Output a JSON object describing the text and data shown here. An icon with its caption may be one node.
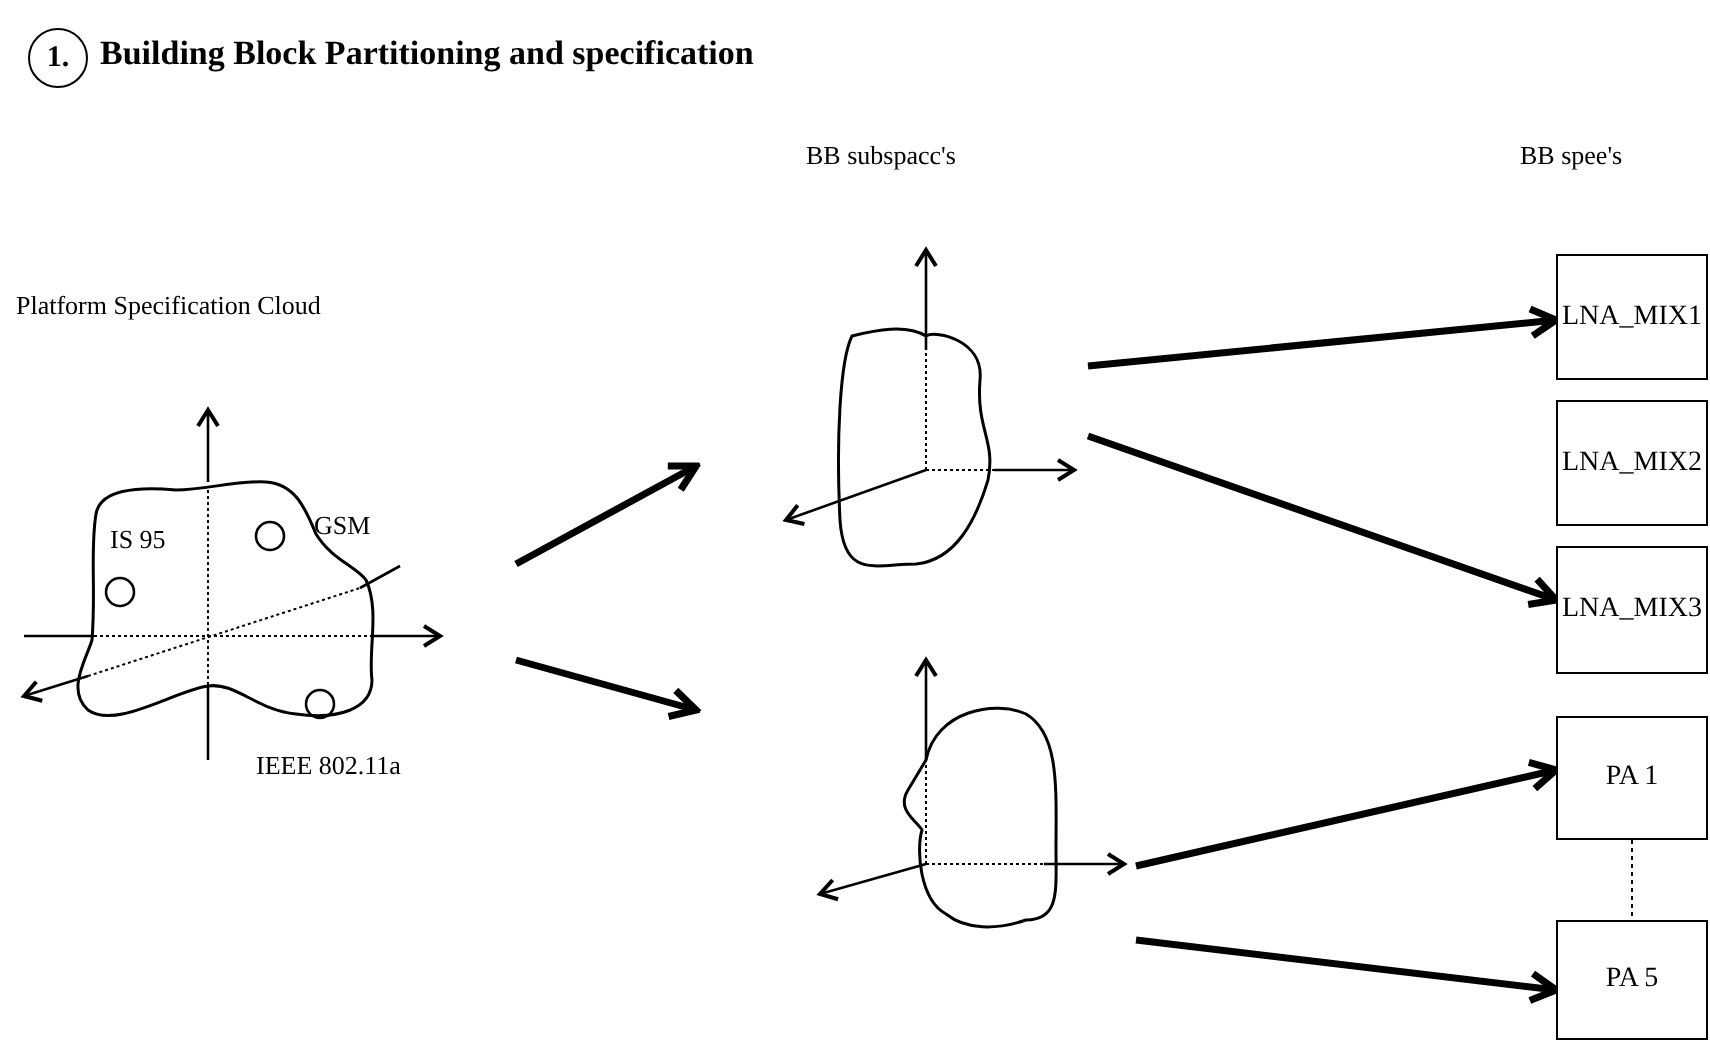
{
  "diagram": {
    "title": "Building Block Partitioning and specification",
    "nodes": [
      {
        "text": [
          "1."
        ]
      },
      {
        "text": [
          "Platform Specification Cloud"
        ]
      },
      {
        "text": [],
        "shape": "cloud"
      },
      {
        "text": [],
        "shape": "cloud"
      },
      {
        "text": [
          "LNA_MIX1"
        ]
      },
      {
        "text": [
          "LNA_MIX2"
        ]
      },
      {
        "text": [
          "LNA_MIX3"
        ]
      },
      {
        "text": [
          "PA 1"
        ]
      },
      {
        "text": [
          "PA 5"
        ]
      }
    ],
    "edges": [
      {
        "from": 1,
        "to": 2,
        "arrow": "to"
      },
      {
        "from": 1,
        "to": 3,
        "arrow": "to"
      },
      {
        "from": 2,
        "to": 4,
        "arrow": "to"
      },
      {
        "from": 2,
        "to": 6,
        "arrow": "to"
      },
      {
        "from": 3,
        "to": 7,
        "arrow": "to"
      },
      {
        "from": 3,
        "to": 8,
        "arrow": "to"
      },
      {
        "from": 7,
        "to": 8,
        "arrow": "none",
        "style": "dashed"
      }
    ],
    "labels": [
      "IS 95",
      "GSM",
      "IEEE 802.11a",
      "BB subspacc's",
      "BB spee's"
    ]
  }
}
